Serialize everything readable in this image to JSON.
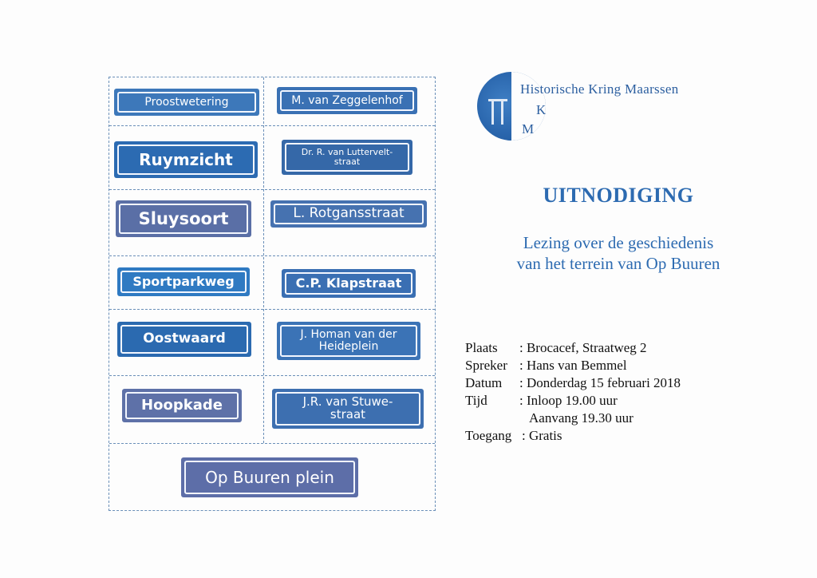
{
  "signs": [
    "Proostwetering",
    "M. van Zeggelenhof",
    "Ruymzicht",
    "Dr. R. van Luttervelt-\nstraat",
    "Sluysoort",
    "L. Rotgansstraat",
    "Sportparkweg",
    "C.P. Klapstraat",
    "Oostwaard",
    "J. Homan van der\nHeideplein",
    "Hoopkade",
    "J.R. van Stuwe-\nstraat",
    "Op Buuren plein"
  ],
  "logo": {
    "name": "Historische Kring Maarssen",
    "k": "K",
    "m": "M"
  },
  "title": "UITNODIGING",
  "subtitle": [
    "Lezing over de geschiedenis",
    "van het terrein van Op Buuren"
  ],
  "details": {
    "plaats_label": "Plaats",
    "plaats_value": ": Brocacef, Straatweg 2",
    "spreker_label": "Spreker",
    "spreker_value": ": Hans van Bemmel",
    "datum_label": "Datum",
    "datum_value": ": Donderdag 15 februari 2018",
    "tijd_label": "Tijd",
    "tijd_value": ": Inloop 19.00 uur",
    "aanvang_value": "Aanvang 19.30 uur",
    "toegang_label": "Toegang",
    "toegang_value": ": Gratis"
  },
  "colors": {
    "sign_blue": "#2f6fb6",
    "sign_muted": "#5a6fa6",
    "text_blue": "#2d6bb1"
  }
}
